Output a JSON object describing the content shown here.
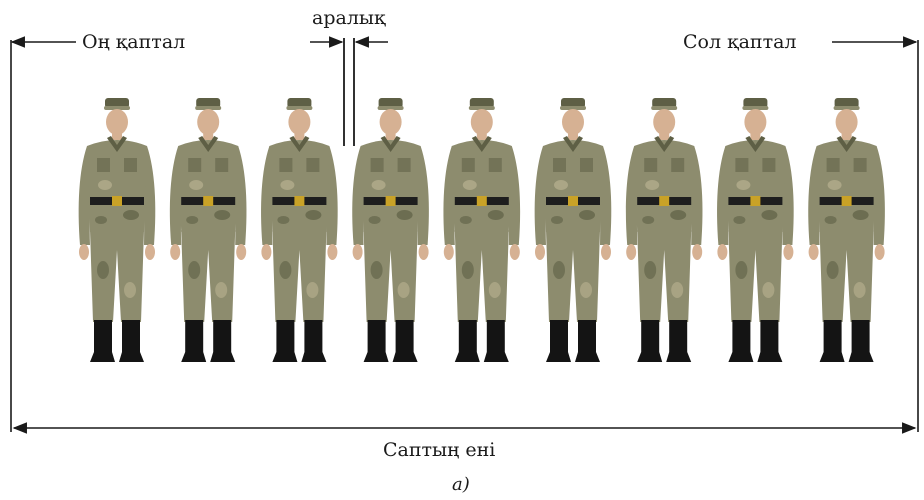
{
  "labels": {
    "right_flank": "Оң қаптал",
    "interval": "аралық",
    "left_flank": "Сол қаптал",
    "formation_width": "Саптың ені",
    "caption": "а)"
  },
  "soldiers": [
    {
      "name": "soldier-1"
    },
    {
      "name": "soldier-2"
    },
    {
      "name": "soldier-3"
    },
    {
      "name": "soldier-4"
    },
    {
      "name": "soldier-5"
    },
    {
      "name": "soldier-6"
    },
    {
      "name": "soldier-7"
    },
    {
      "name": "soldier-8"
    },
    {
      "name": "soldier-9"
    }
  ],
  "colors": {
    "line": "#1a1a1a",
    "camo_base": "#8d8c6e",
    "camo_dark": "#5e5f45",
    "camo_light": "#b3ad8c",
    "skin": "#d6b193",
    "boots": "#141414",
    "belt": "#1e1e1e",
    "buckle": "#c9a227"
  }
}
